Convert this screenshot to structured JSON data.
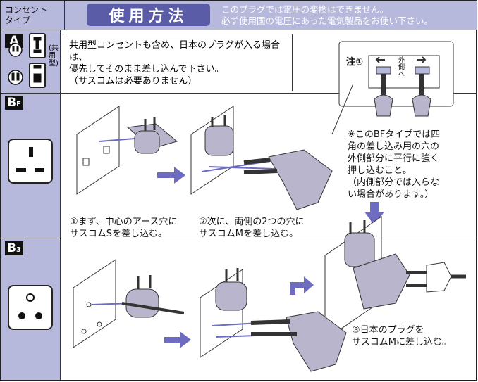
{
  "header": {
    "type_label_line1": "コンセント",
    "type_label_line2": "タイプ",
    "title": "使用方法",
    "note_line1": "このプラグでは電圧の変換はできません。",
    "note_line2": "必ず使用国の電圧にあった電気製品をお使い下さい。"
  },
  "sections": {
    "a": {
      "label": "A",
      "vertical_text": "(共用型)"
    },
    "bf": {
      "label": "B",
      "sub": "F"
    },
    "b3": {
      "label": "B",
      "sub": "3"
    }
  },
  "info": {
    "line1": "共用型コンセントも含め、日本のプラグが入る場合は、",
    "line2": "優先してそのまま差し込んで下さい。",
    "line3": "（サスコムは必要ありません）"
  },
  "note1": {
    "label": "注①",
    "side_text": "外側へ"
  },
  "notes": {
    "bf_note": [
      "※このBFタイプでは四",
      "角の差し込み用の穴の",
      "外側部分に平行に強く",
      "押し込むこと。",
      "（内側部分では入らな",
      "い場合があります。）"
    ],
    "step1": [
      "①まず、中心のアース穴に",
      "サスコムSを差し込む。"
    ],
    "step2": [
      "②次に、両側の2つの穴に",
      "サスコムMを差し込む。"
    ],
    "step3": [
      "③日本のプラグを",
      "サスコムMに差し込む。"
    ]
  },
  "colors": {
    "lavender": "#b6b9dc",
    "purple": "#5a5ca8",
    "arrow": "#6e6cc0",
    "plug_gray": "#b9b5cc"
  }
}
